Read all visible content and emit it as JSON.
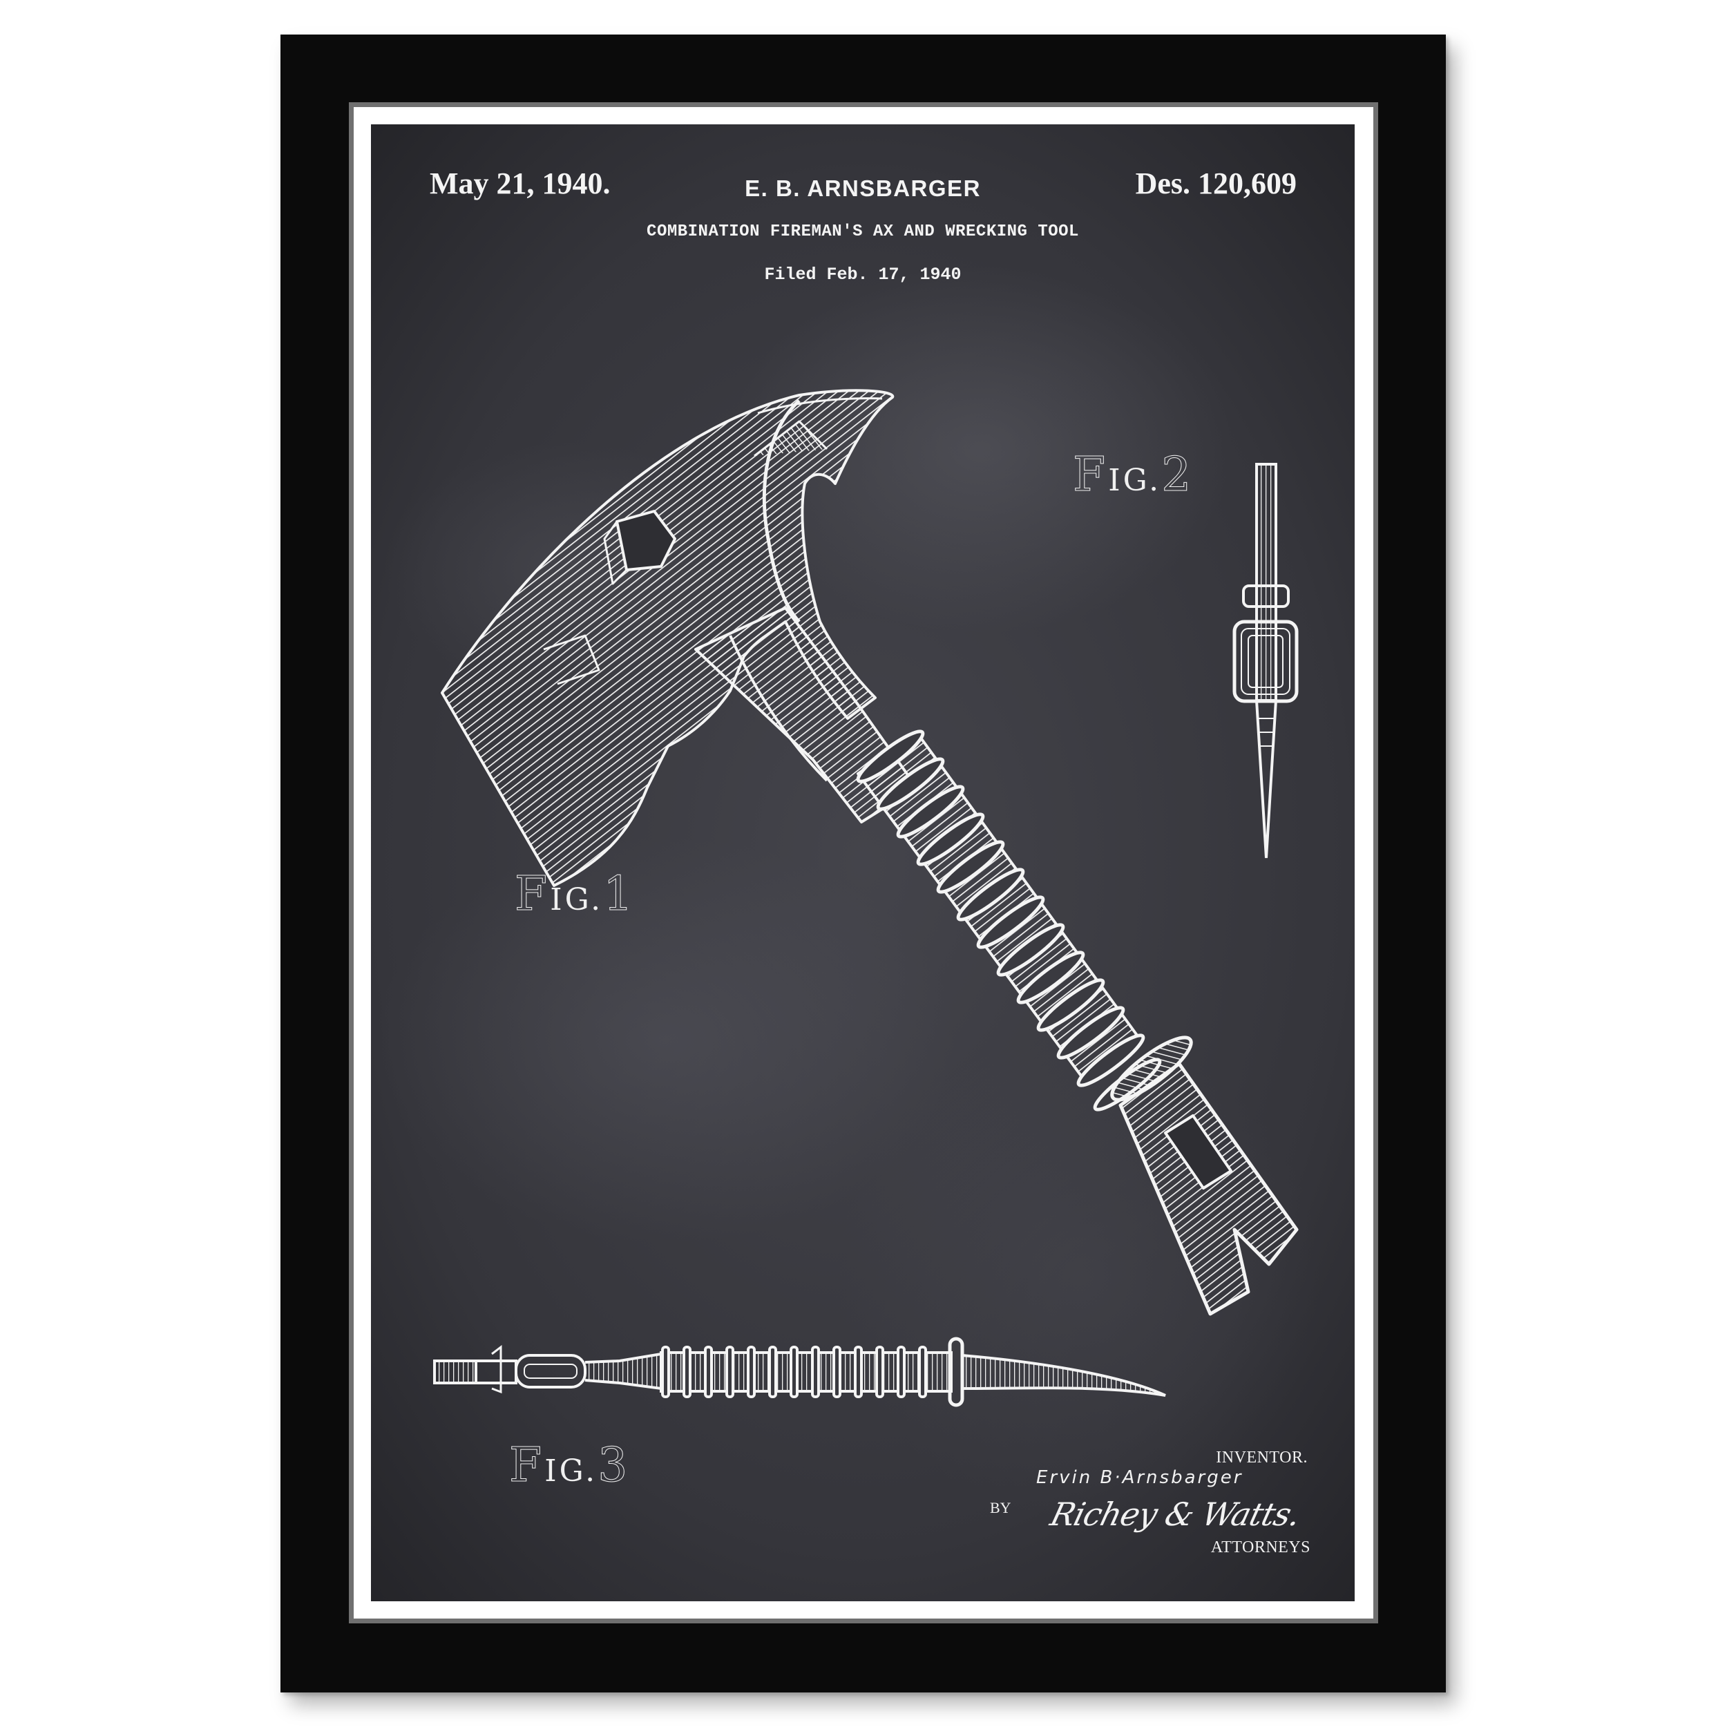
{
  "poster": {
    "header": {
      "date": "May 21, 1940.",
      "inventor_short": "E. B. ARNSBARGER",
      "patent_number": "Des. 120,609",
      "title": "COMBINATION FIREMAN'S AX AND WRECKING TOOL",
      "filed": "Filed Feb. 17, 1940"
    },
    "figures": [
      {
        "label_prefix": "F",
        "label_rest": "IG.",
        "number": "1",
        "description": "axe with pick, pentagon hole, ringed handle and claw end"
      },
      {
        "label_prefix": "F",
        "label_rest": "IG.",
        "number": "2",
        "description": "edge view of handle"
      },
      {
        "label_prefix": "F",
        "label_rest": "IG.",
        "number": "3",
        "description": "side view of tool"
      }
    ],
    "footer": {
      "inventor_label": "INVENTOR.",
      "inventor_name": "Ervin B·Arnsbarger",
      "by": "BY",
      "signature": "Richey & Watts.",
      "attorneys_label": "ATTORNEYS"
    },
    "colors": {
      "frame": "#0b0b0b",
      "mat_line": "#707070",
      "mat": "#ffffff",
      "chalkboard": "#3a3a40",
      "ink": "#f4f4f4"
    }
  }
}
